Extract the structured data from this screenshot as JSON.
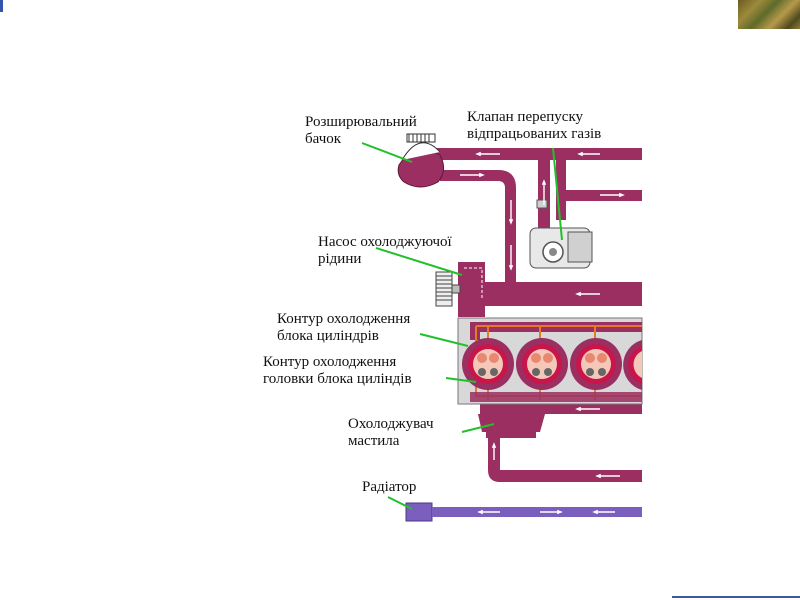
{
  "labels": {
    "expansion_tank": [
      "Розширювальний",
      "бачок"
    ],
    "bypass_valve": [
      "Клапан перепуску",
      "відпрацьованих газів"
    ],
    "coolant_pump": [
      "Насос охолоджуючої",
      "рідини"
    ],
    "block_circuit": [
      "Контур охолодження",
      "блока циліндрів"
    ],
    "head_circuit": [
      "Контур охолодження",
      "головки блока циліндів"
    ],
    "oil_cooler": [
      "Охолоджувач",
      "мастила"
    ],
    "radiator": "Радіатор"
  },
  "colors": {
    "pipe": "#9b2f62",
    "pipe_radiator": "#7b5fbf",
    "leader_line": "#22c02a",
    "block": "#d8d8d8",
    "cylinder_ring": "#c8154a",
    "channel": "#e07b2a"
  }
}
